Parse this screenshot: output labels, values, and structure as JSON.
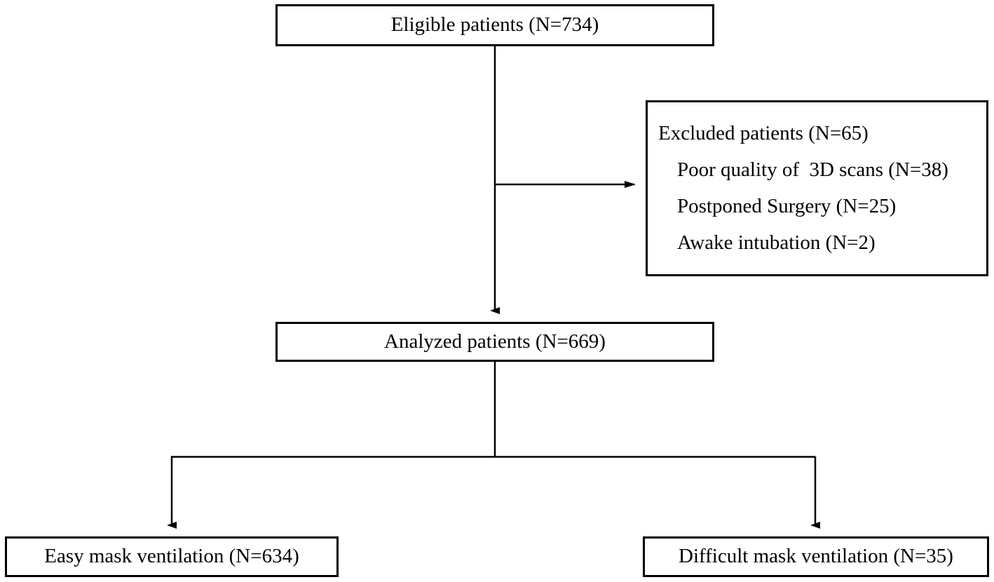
{
  "diagram": {
    "type": "patient-flow-chart",
    "title": "Patient enrollment and mask ventilation outcome flow",
    "background_color": "#ffffff",
    "line_color": "#000000",
    "border_color": "#000000"
  },
  "nodes": {
    "eligible": {
      "label": "Eligible patients (N=734)",
      "count": 734
    },
    "excluded": {
      "header": "Excluded patients (N=65)",
      "count": 65,
      "reasons": [
        {
          "label": "Poor quality of  3D scans (N=38)",
          "count": 38
        },
        {
          "label": "Postponed Surgery (N=25)",
          "count": 25
        },
        {
          "label": "Awake intubation (N=2)",
          "count": 2
        }
      ]
    },
    "analyzed": {
      "label": "Analyzed patients (N=669)",
      "count": 669
    },
    "easy": {
      "label": "Easy mask ventilation (N=634)",
      "count": 634
    },
    "difficult": {
      "label": "Difficult mask ventilation (N=35)",
      "count": 35
    }
  },
  "connectors": {
    "eligible_to_analyzed": "vertical-arrow",
    "eligible_to_excluded": "horizontal-right-arrow",
    "analyzed_to_outcomes": "split-tee-two-arrows"
  }
}
